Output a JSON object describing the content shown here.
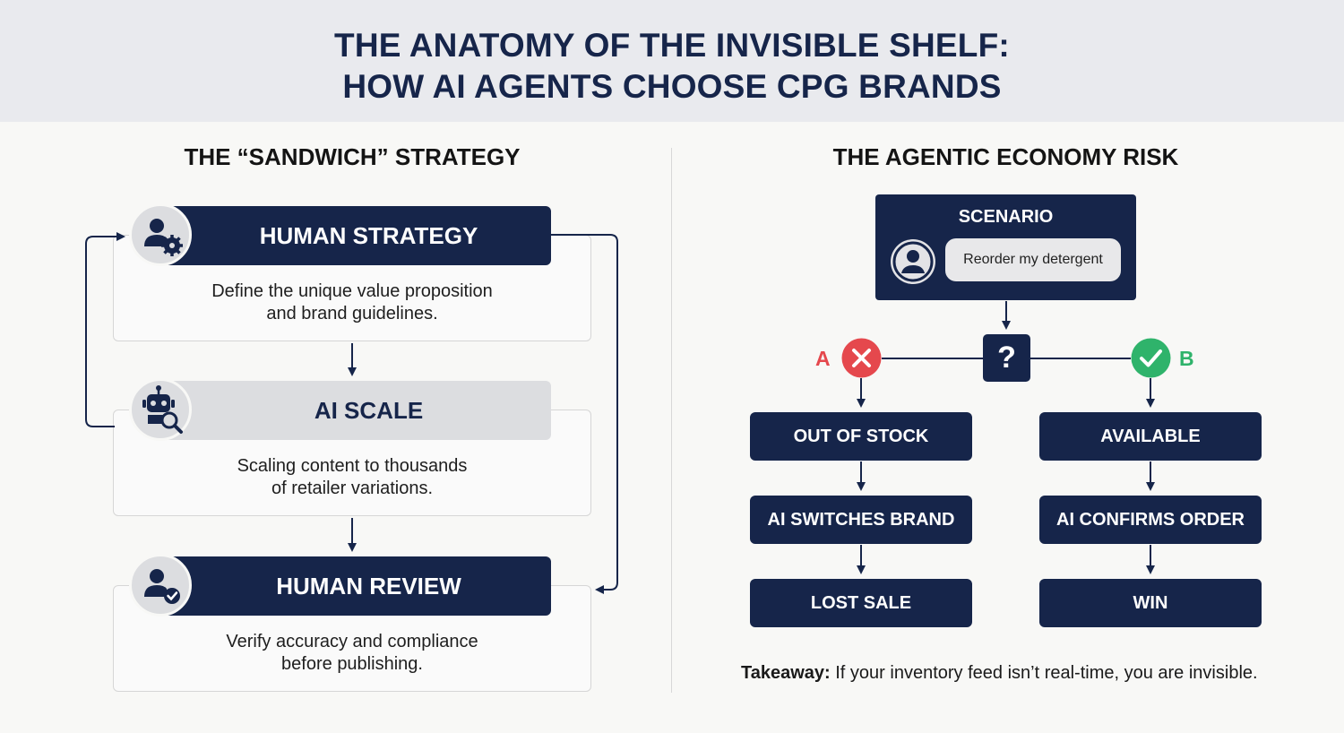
{
  "title": {
    "line1": "THE ANATOMY OF THE INVISIBLE SHELF:",
    "line2": "HOW AI AGENTS CHOOSE CPG BRANDS"
  },
  "left": {
    "heading": "THE “SANDWICH” STRATEGY",
    "steps": [
      {
        "label": "HUMAN STRATEGY",
        "text1": "Define the unique value proposition",
        "text2": "and brand guidelines.",
        "icon": "user-gear-icon"
      },
      {
        "label": "AI SCALE",
        "text1": "Scaling content to thousands",
        "text2": "of retailer variations.",
        "icon": "robot-search-icon"
      },
      {
        "label": "HUMAN REVIEW",
        "text1": "Verify accuracy and compliance",
        "text2": "before publishing.",
        "icon": "user-check-icon"
      }
    ]
  },
  "right": {
    "heading": "THE AGENTIC ECONOMY RISK",
    "scenario_label": "SCENARIO",
    "scenario_message": "Reorder my detergent",
    "decision_symbol": "?",
    "option_a": {
      "letter": "A",
      "steps": [
        "OUT OF STOCK",
        "AI SWITCHES BRAND",
        "LOST SALE"
      ],
      "color": "#e5484d"
    },
    "option_b": {
      "letter": "B",
      "steps": [
        "AVAILABLE",
        "AI CONFIRMS ORDER",
        "WIN"
      ],
      "color": "#2fb36b"
    },
    "takeaway_label": "Takeaway:",
    "takeaway_text": " If your inventory feed isn’t real-time, you are invisible."
  },
  "colors": {
    "navy": "#16254a",
    "light_grey": "#dcdde0",
    "red": "#e5484d",
    "green": "#2fb36b",
    "header_bg": "#e9eaee"
  }
}
